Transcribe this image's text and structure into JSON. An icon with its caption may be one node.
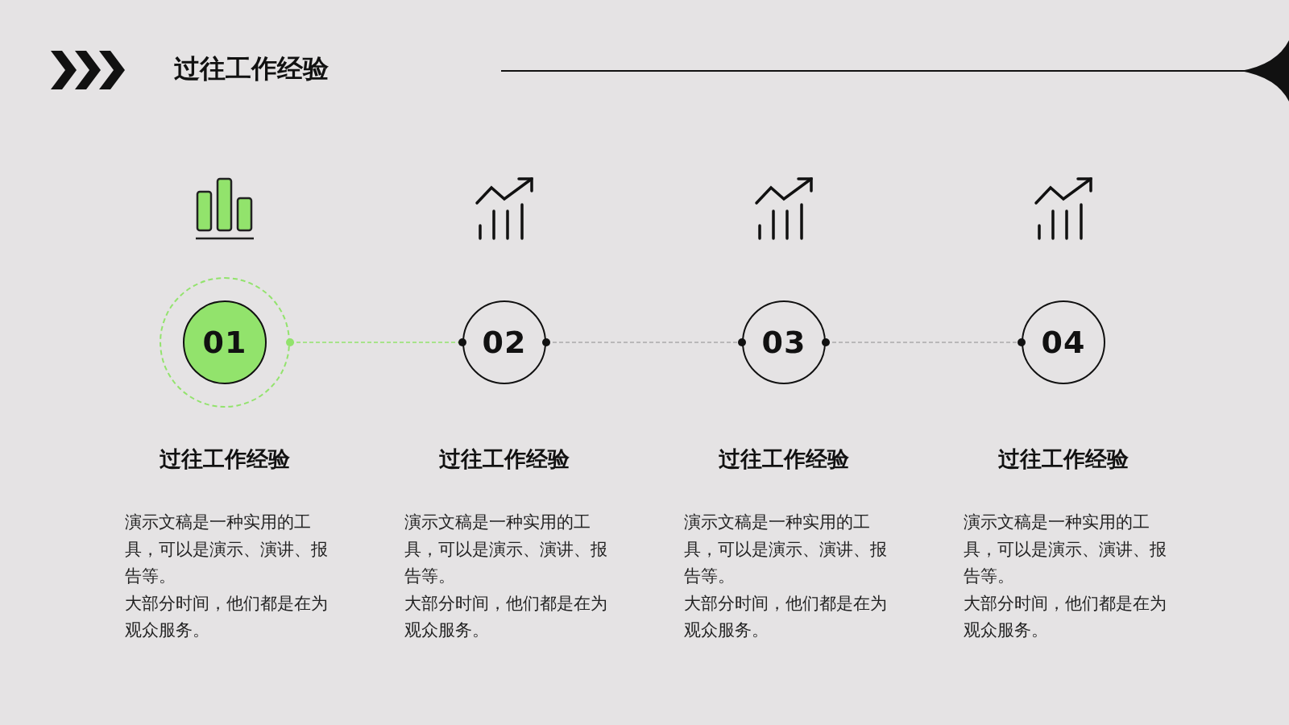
{
  "diagram": {
    "title": "过往工作经验",
    "nodes": [
      {
        "text": [
          "01"
        ],
        "beside": [
          "过往工作经验",
          "演示文稿是一种实用的工具，可以是演示、演讲、报告等。",
          "大部分时间，他们都是在为观众服务。"
        ]
      },
      {
        "text": [
          "02"
        ],
        "beside": [
          "过往工作经验",
          "演示文稿是一种实用的工具，可以是演示、演讲、报告等。",
          "大部分时间，他们都是在为观众服务。"
        ]
      },
      {
        "text": [
          "03"
        ],
        "beside": [
          "过往工作经验",
          "演示文稿是一种实用的工具，可以是演示、演讲、报告等。",
          "大部分时间，他们都是在为观众服务。"
        ]
      },
      {
        "text": [
          "04"
        ],
        "beside": [
          "过往工作经验",
          "演示文稿是一种实用的工具，可以是演示、演讲、报告等。",
          "大部分时间，他们都是在为观众服务。"
        ]
      }
    ],
    "edges": [
      {
        "from": 0,
        "to": 1,
        "arrow": "other",
        "style": "dashed",
        "color": "#92e36c"
      },
      {
        "from": 1,
        "to": 2,
        "arrow": "other",
        "style": "dashed"
      },
      {
        "from": 2,
        "to": 3,
        "arrow": "other",
        "style": "dashed"
      }
    ]
  }
}
